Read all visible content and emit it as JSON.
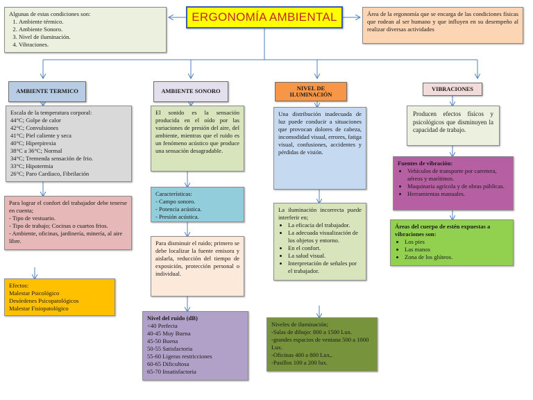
{
  "title": "ERGONOMÍA AMBIENTAL",
  "intro_left": {
    "lead": "Algunas de estas condiciones son:",
    "items": [
      "Ambiente térmico.",
      "Ambiente Sonoro.",
      "Nivel de iluminación.",
      "Vibraciones."
    ]
  },
  "intro_right": "Área de la ergonomía que se encarga de las condiciones físicas que rodean al ser humano y que influyen en su desempeño al realizar diversas actividades",
  "termico": {
    "header": "AMBIENTE TERMICO",
    "scale_title": "Escala de la temperatura corporal:",
    "scale": [
      "44°C; Golpe de calor",
      "42°C; Convulsiones",
      "41°C; Piel caliente y seca",
      "40°C; Hiperpirexia",
      "38°C a 36°C; Normal",
      "34°C; Tremenda sensación de frio.",
      "33°C; Hipotermia",
      "26°C; Paro Cardiaco, Fibrilación"
    ],
    "confort": "Para lograr el confort del trabajador debe tenerse en cuenta;",
    "confort_items": [
      "- Tipo de vestuario.",
      "- Tipo de trabajo; Cocinas o cuartos frios.",
      "- Ambiente, oficinas, jardinería, minería, al aire libre."
    ],
    "efectos_title": "Efectos:",
    "efectos": [
      "Malestar Psicológico",
      "Desórdenes Psicopatológicos",
      "Malestar Fisiopatológico"
    ]
  },
  "sonoro": {
    "header": "AMBIENTE SONORO",
    "desc": "El sonido es la sensación producida en el oído por las variaciones de presión del aire, del ambiente, mientras que el ruido es un fenómeno acústico que produce una sensación desagradable.",
    "caract_title": "Características:",
    "caract": [
      "- Campo sonoro.",
      "- Potencia acústica.",
      "- Presión acústica."
    ],
    "disminuir": "Para disminuir el ruido; primero se debe localizar la fuente emisora y aislarla, reducción del tiempo de exposición, protección personal o individual.",
    "niveles_title": "Nivel del ruido (dB)",
    "niveles": [
      "<40 Perfecta",
      "40-45 Muy Buena",
      "45-50 Buena",
      "50-55 Satisfactoria",
      "55-60 Ligeras restricciones",
      "60-65 Dificultosa",
      "65-70 Insatisfactoria"
    ]
  },
  "iluminacion": {
    "header": "NIVEL DE ILUMINACIÓN",
    "desc": "Una distribución inadecuada de luz puede conducir a situaciones que provocan dolores de cabeza, incomodidad visual, errores, fatiga visual, confusiones, accidentes y pérdidas de visión.",
    "incorrecta_title": "La iluminación incorrecta puede interferir en;",
    "incorrecta": [
      "La eficacia del trabajador.",
      "La adecuada visualización de los objetos y entorno.",
      "En el confort.",
      "La salud visual.",
      "Interpretación de señales por el trabajador."
    ],
    "niveles_title": "Niveles de iluminación;",
    "niveles": [
      "-Salas de dibujo: 800 a 1500 Lux.",
      "-grandes espacios de ventana 500 a 1000 Lux.",
      "-Oficinas 400 a 800 Lux,.",
      "-Pasillos 100 a 200 lux."
    ]
  },
  "vibraciones": {
    "header": "VIBRACIONES",
    "desc": "Producen efectos físicos y psicológicos que disminuyen la capacidad de trabajo.",
    "fuentes_title": "Fuentes de vibración:",
    "fuentes": [
      "Vehículos de transporte por carretera, aéreos y marítimos.",
      "Maquinaria agrícola y de obras públicas.",
      "Herramientas manuales."
    ],
    "areas_title": "Áreas del cuerpo de estén expuestas a vibraciones son:",
    "areas": [
      "Los pies",
      "Las manos",
      "Zona de los glúteos."
    ]
  },
  "colors": {
    "title_bg": "#ffff00",
    "title_text": "#c0282d",
    "connector": "#4a7fc0",
    "intro_left_bg": "#ebf1de",
    "intro_right_bg": "#fcd5b4",
    "termico_header": "#b8cce4",
    "sonoro_header": "#e4dfec",
    "ilum_header": "#f79646",
    "vib_header": "#f2dcdb",
    "gray": "#d9d9d9",
    "pink": "#e6b8b7",
    "yellow": "#ffc000",
    "green_light": "#d8e4bc",
    "cyan": "#92cddc",
    "peach": "#fde9d9",
    "lavender": "#b1a0c7",
    "blue_light": "#c5d9f1",
    "olive": "#77933c",
    "purple": "#b65fa3",
    "green": "#92d050"
  }
}
